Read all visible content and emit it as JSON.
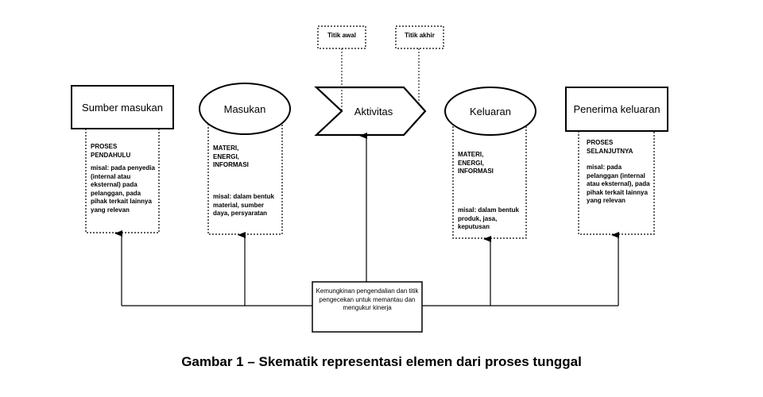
{
  "elements": {
    "source": {
      "title": "Sumber masukan",
      "heading": "PROSES PENDAHULU",
      "example": "misal: pada penyedia (internal atau eksternal) pada pelanggan, pada pihak terkait lainnya yang relevan"
    },
    "input": {
      "title": "Masukan",
      "heading": "MATERI, ENERGI, INFORMASI",
      "example": "misal: dalam bentuk material, sumber daya, persyaratan"
    },
    "activity": {
      "title": "Aktivitas",
      "start_point": "Titik awal",
      "end_point": "Titik akhir"
    },
    "output": {
      "title": "Keluaran",
      "heading": "MATERI, ENERGI, INFORMASI",
      "example": "misal: dalam bentuk produk, jasa, keputusan"
    },
    "receiver": {
      "title": "Penerima keluaran",
      "heading": "PROSES SELANJUTNYA",
      "example": "misal: pada pelanggan (internal atau eksternal), pada pihak terkait lainnya yang relevan"
    },
    "control": {
      "text": "Kemungkinan pengendalian dan titik pengecekan untuk memantau dan mengukur kinerja"
    }
  },
  "caption": "Gambar 1 – Skematik representasi elemen dari proses tunggal"
}
